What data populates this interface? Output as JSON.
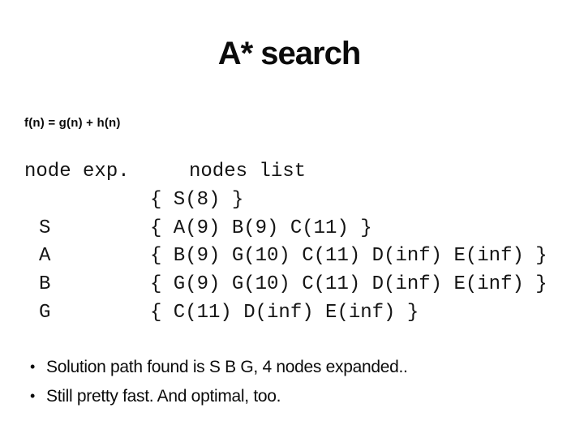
{
  "slide": {
    "title": "A* search",
    "formula": "f(n) = g(n) + h(n)",
    "trace": {
      "header": {
        "col1": "node exp.",
        "col2": "nodes list"
      },
      "rows": [
        {
          "node": "",
          "list": "{ S(8) }"
        },
        {
          "node": "S",
          "list": "{ A(9) B(9) C(11) }"
        },
        {
          "node": "A",
          "list": "{ B(9) G(10) C(11) D(inf) E(inf) }"
        },
        {
          "node": "B",
          "list": "{ G(9) G(10) C(11) D(inf) E(inf) }"
        },
        {
          "node": "G",
          "list": "{ C(11) D(inf) E(inf) }"
        }
      ]
    },
    "bullet_char": "•",
    "bullets": [
      "Solution path found is S B G, 4 nodes expanded..",
      "Still pretty fast. And optimal, too."
    ],
    "colors": {
      "background": "#ffffff",
      "text": "#0b0b0b"
    }
  }
}
